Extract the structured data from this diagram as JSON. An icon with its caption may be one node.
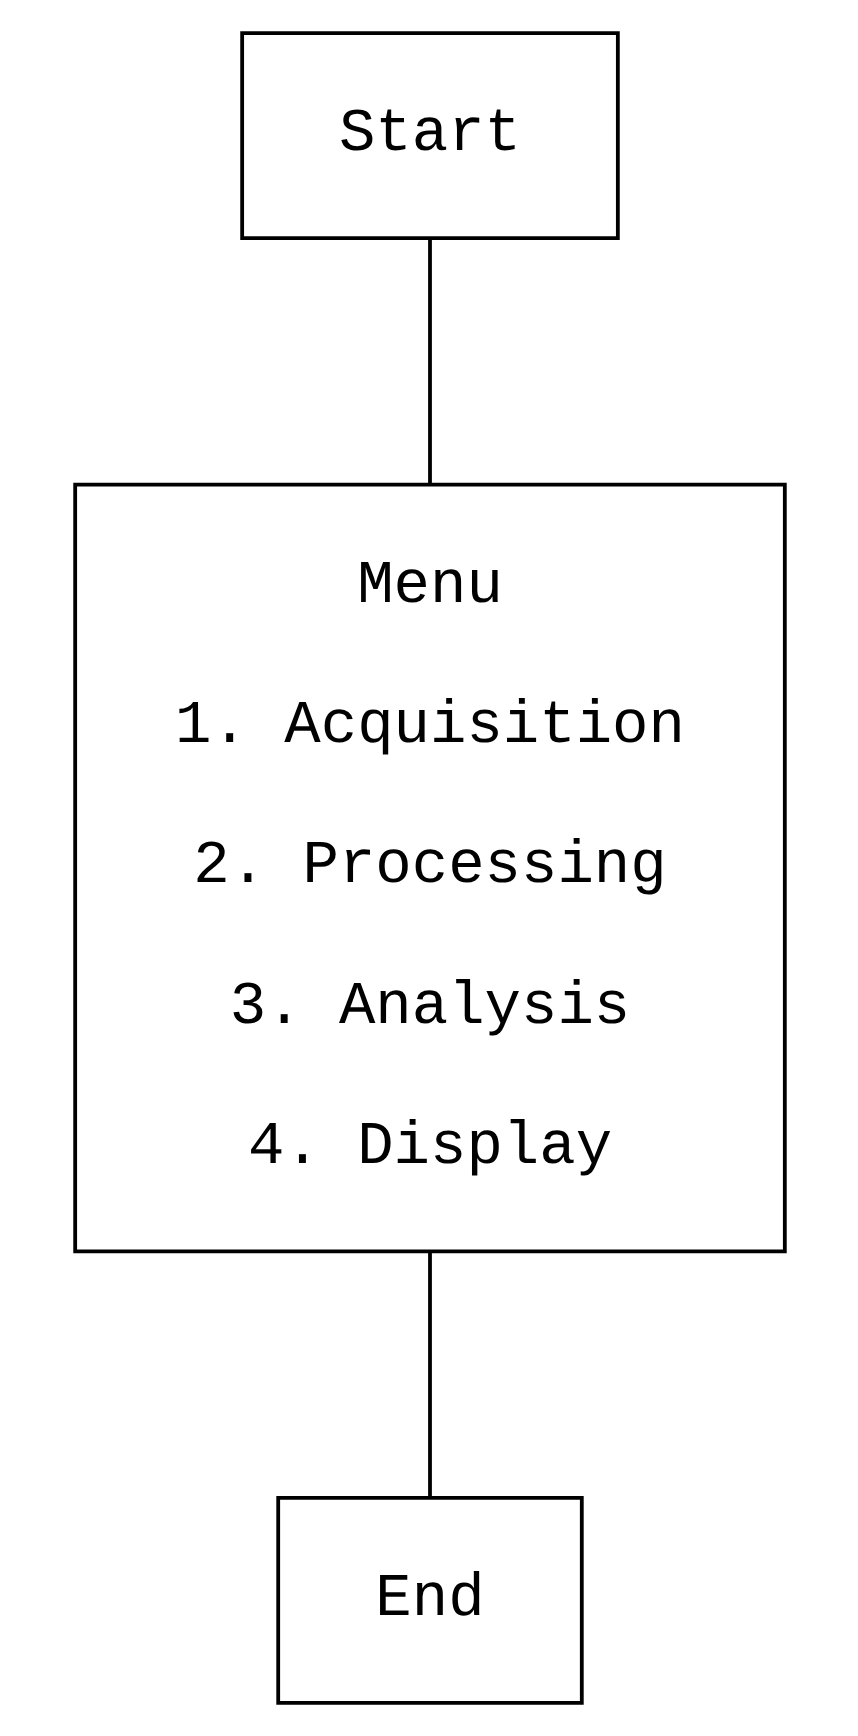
{
  "diagram": {
    "nodes": [
      {
        "text": [
          "Start"
        ]
      },
      {
        "text": [
          "Menu",
          "1. Acquisition",
          "2. Processing",
          "3. Analysis",
          "4. Display"
        ]
      },
      {
        "text": [
          "End"
        ]
      }
    ],
    "edges": [
      {
        "from": 0,
        "to": 1,
        "arrow": "none"
      },
      {
        "from": 1,
        "to": 2,
        "arrow": "none"
      }
    ]
  }
}
